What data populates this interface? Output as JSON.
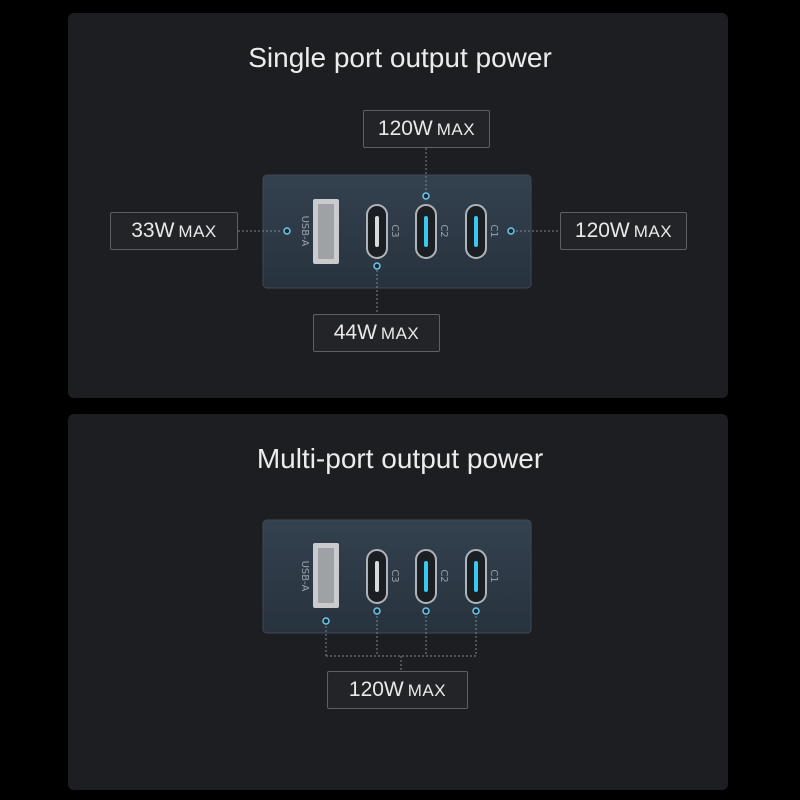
{
  "single": {
    "title": "Single port output power",
    "labels": {
      "usb_a": {
        "value": "33W",
        "unit": "MAX"
      },
      "c3": {
        "value": "44W",
        "unit": "MAX"
      },
      "c2": {
        "value": "120W",
        "unit": "MAX"
      },
      "c1": {
        "value": "120W",
        "unit": "MAX"
      }
    }
  },
  "multi": {
    "title": "Multi-port output power",
    "total": {
      "value": "120W",
      "unit": "MAX"
    }
  },
  "ports": {
    "usb_a": "USB-A",
    "c3": "C3",
    "c2": "C2",
    "c1": "C1"
  },
  "colors": {
    "accent": "#38c8f0",
    "connector": "#7d8590",
    "device": "#2c3845"
  }
}
